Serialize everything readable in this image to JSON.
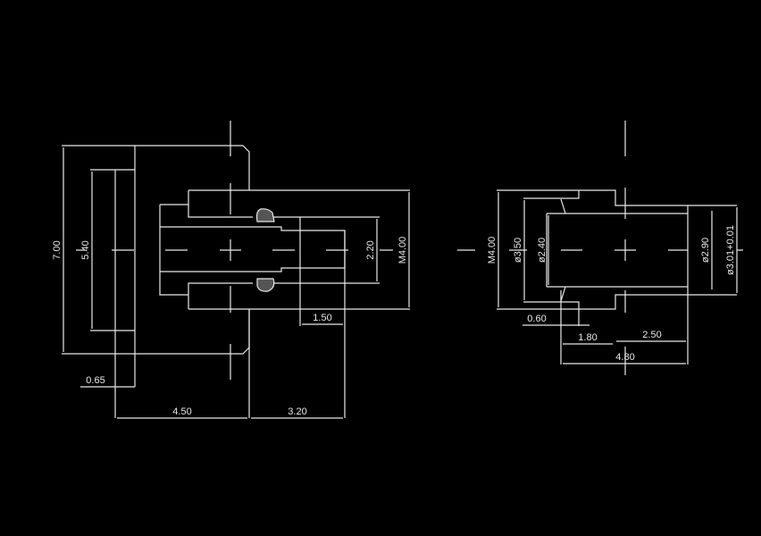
{
  "drawing": {
    "background": "#000000",
    "line_color": "#e8e8e8",
    "left_view": {
      "dims": {
        "d700": "7.00",
        "d540": "5.40",
        "d220": "2.20",
        "m400": "M4.00",
        "d150": "1.50",
        "d065": "0.65",
        "d450": "4.50",
        "d320": "3.20"
      }
    },
    "right_view": {
      "dims": {
        "m400": "M4.00",
        "dia350": "ø3.50",
        "dia240": "ø2.40",
        "dia290": "ø2.90",
        "dia301": "ø3.01+0.01",
        "d060": "0.60",
        "d180": "1.80",
        "d250": "2.50",
        "d480": "4.80"
      }
    }
  }
}
